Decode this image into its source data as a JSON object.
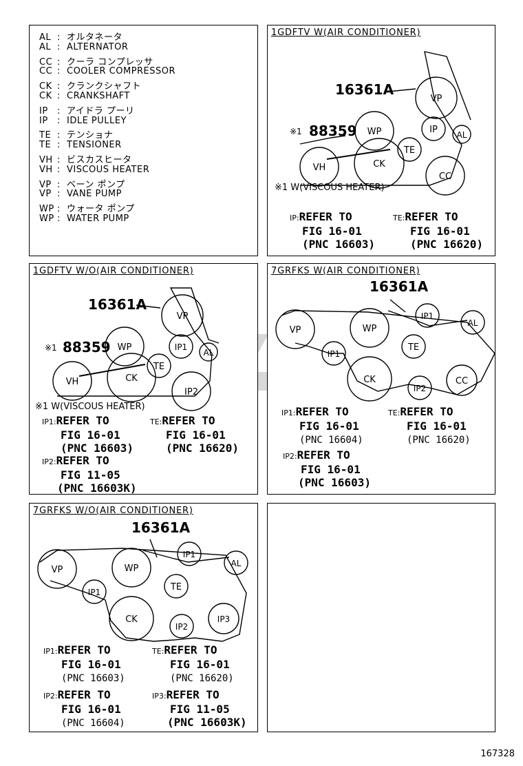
{
  "legend": [
    {
      "code": "AL",
      "desc": "オルタネータ"
    },
    {
      "code": "AL",
      "desc": "ALTERNATOR"
    },
    {
      "code": "CC",
      "desc": "クーラ コンプレッサ"
    },
    {
      "code": "CC",
      "desc": "COOLER COMPRESSOR"
    },
    {
      "code": "CK",
      "desc": "クランクシャフト"
    },
    {
      "code": "CK",
      "desc": "CRANKSHAFT"
    },
    {
      "code": "IP",
      "desc": "アイドラ プーリ"
    },
    {
      "code": "IP",
      "desc": "IDLE PULLEY"
    },
    {
      "code": "TE",
      "desc": "テンショナ"
    },
    {
      "code": "TE",
      "desc": "TENSIONER"
    },
    {
      "code": "VH",
      "desc": "ビスカスヒータ"
    },
    {
      "code": "VH",
      "desc": "VISCOUS HEATER"
    },
    {
      "code": "VP",
      "desc": "ベーン ポンプ"
    },
    {
      "code": "VP",
      "desc": "VANE PUMP"
    },
    {
      "code": "WP",
      "desc": "ウォータ ポンプ"
    },
    {
      "code": "WP",
      "desc": "WATER PUMP"
    }
  ],
  "legend_colon": ":",
  "panels": {
    "p1": {
      "title": "1GDFTV W(AIR CONDITIONER)",
      "part": "16361A",
      "star_part": "88359",
      "star_mark": "※1",
      "footnote": "※1 W(VISCOUS HEATER)",
      "pulleys": {
        "vp": "VP",
        "wp": "WP",
        "ip": "IP",
        "al": "AL",
        "te": "TE",
        "vh": "VH",
        "ck": "CK",
        "cc": "CC"
      },
      "refs": [
        {
          "key": "IP:",
          "l1": "REFER TO",
          "l2": "FIG 16-01",
          "l3": "(PNC 16603)"
        },
        {
          "key": "TE:",
          "l1": "REFER TO",
          "l2": "FIG 16-01",
          "l3": "(PNC 16620)"
        }
      ]
    },
    "p2": {
      "title": "1GDFTV W/O(AIR CONDITIONER)",
      "part": "16361A",
      "star_part": "88359",
      "star_mark": "※1",
      "footnote": "※1 W(VISCOUS HEATER)",
      "pulleys": {
        "vp": "VP",
        "wp": "WP",
        "ip1": "IP1",
        "al": "AL",
        "te": "TE",
        "vh": "VH",
        "ck": "CK",
        "ip2": "IP2"
      },
      "refs": [
        {
          "key": "IP1:",
          "l1": "REFER TO",
          "l2": "FIG 16-01",
          "l3": "(PNC 16603)"
        },
        {
          "key": "TE:",
          "l1": "REFER TO",
          "l2": "FIG 16-01",
          "l3": "(PNC 16620)"
        },
        {
          "key": "IP2:",
          "l1": "REFER TO",
          "l2": "FIG 11-05",
          "l3": "(PNC 16603K)"
        }
      ]
    },
    "p3": {
      "title": "7GRFKS W(AIR CONDITIONER)",
      "part": "16361A",
      "pulleys": {
        "vp": "VP",
        "wp": "WP",
        "ip1a": "IP1",
        "ip1b": "IP1",
        "al": "AL",
        "te": "TE",
        "ck": "CK",
        "ip2": "IP2",
        "cc": "CC"
      },
      "refs": [
        {
          "key": "IP1:",
          "l1": "REFER TO",
          "l2": "FIG 16-01",
          "l3": "(PNC 16604)"
        },
        {
          "key": "TE:",
          "l1": "REFER TO",
          "l2": "FIG 16-01",
          "l3": "(PNC 16620)"
        },
        {
          "key": "IP2:",
          "l1": "REFER TO",
          "l2": "FIG 16-01",
          "l3": "(PNC 16603)"
        }
      ]
    },
    "p4": {
      "title": "7GRFKS W/O(AIR CONDITIONER)",
      "part": "16361A",
      "pulleys": {
        "vp": "VP",
        "wp": "WP",
        "ip1a": "IP1",
        "ip1b": "IP1",
        "al": "AL",
        "te": "TE",
        "ck": "CK",
        "ip2": "IP2",
        "ip3": "IP3"
      },
      "refs": [
        {
          "key": "IP1:",
          "l1": "REFER TO",
          "l2": "FIG 16-01",
          "l3": "(PNC 16603)"
        },
        {
          "key": "TE:",
          "l1": "REFER TO",
          "l2": "FIG 16-01",
          "l3": "(PNC 16620)"
        },
        {
          "key": "IP2:",
          "l1": "REFER TO",
          "l2": "FIG 16-01",
          "l3": "(PNC 16604)"
        },
        {
          "key": "IP3:",
          "l1": "REFER TO",
          "l2": "FIG 11-05",
          "l3": "(PNC 16603K)"
        }
      ]
    }
  },
  "doc_number": "167328",
  "colors": {
    "line": "#000000",
    "watermark": "#d9d9d9"
  }
}
